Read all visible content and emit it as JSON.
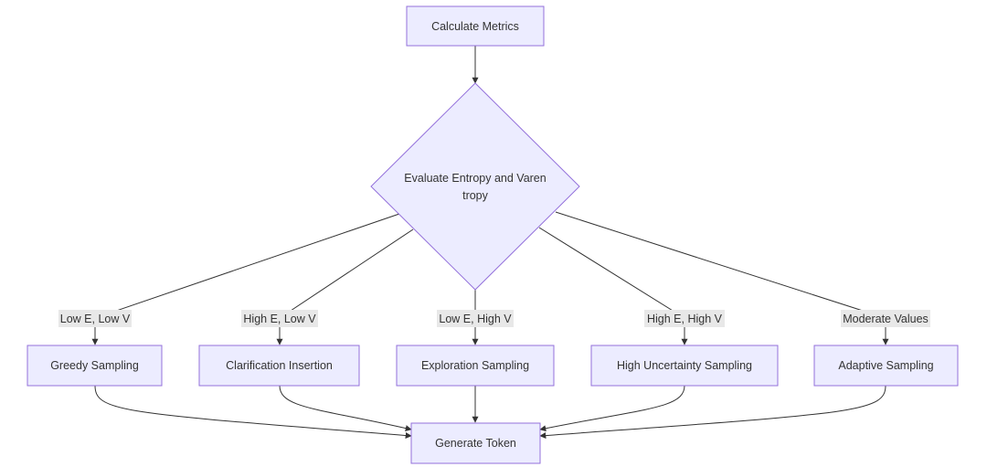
{
  "nodes": {
    "calculate": "Calculate Metrics",
    "evaluate": {
      "line1": "Evaluate Entropy and Varen",
      "line2": "tropy"
    },
    "greedy": "Greedy Sampling",
    "clarification": "Clarification Insertion",
    "exploration": "Exploration Sampling",
    "high_uncertainty": "High Uncertainty Sampling",
    "adaptive": "Adaptive Sampling",
    "generate": "Generate Token"
  },
  "edge_labels": {
    "low_e_low_v": "Low E, Low V",
    "high_e_low_v": "High E, Low V",
    "low_e_high_v": "Low E, High V",
    "high_e_high_v": "High E, High V",
    "moderate": "Moderate Values"
  },
  "colors": {
    "node_fill": "#ECECFF",
    "node_stroke": "#9370DB",
    "edge": "#333333",
    "label_bg": "#E8E8E8"
  }
}
